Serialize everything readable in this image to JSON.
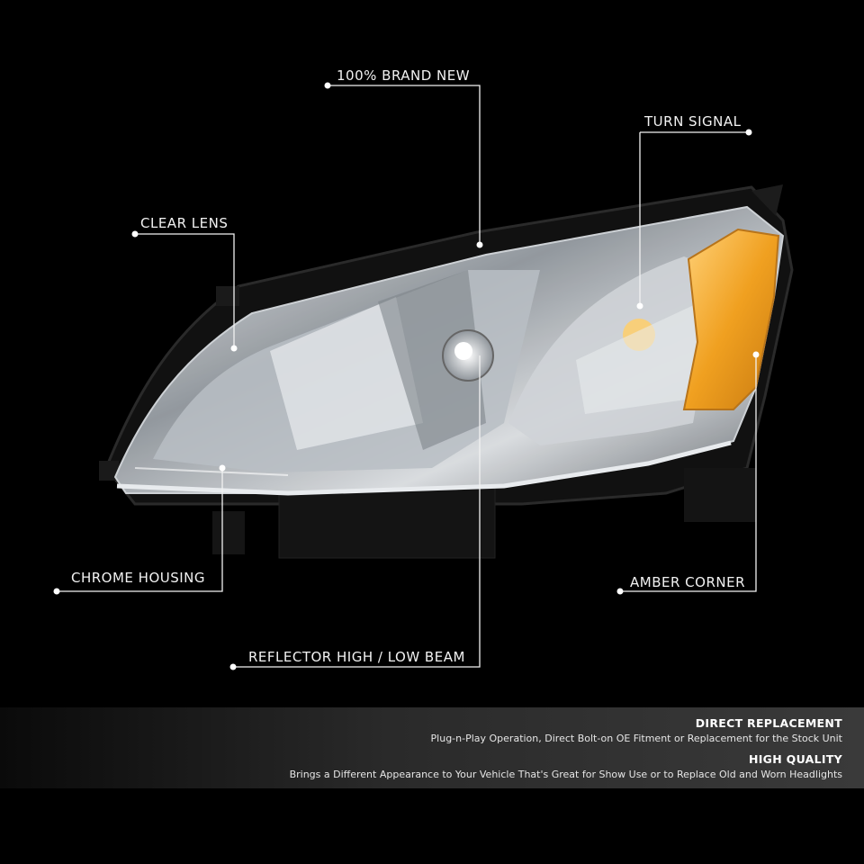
{
  "callouts": {
    "brand_new": "100% BRAND NEW",
    "turn_signal": "TURN SIGNAL",
    "clear_lens": "CLEAR LENS",
    "chrome_housing": "CHROME HOUSING",
    "amber_corner": "AMBER CORNER",
    "reflector_beam": "REFLECTOR HIGH / LOW BEAM"
  },
  "features": [
    {
      "title": "DIRECT REPLACEMENT",
      "text": "Plug-n-Play Operation, Direct Bolt-on OE Fitment or Replacement for the Stock Unit"
    },
    {
      "title": "HIGH QUALITY",
      "text": "Brings a Different Appearance to Your Vehicle That's Great for Show Use or to Replace Old and Worn Headlights"
    }
  ],
  "colors": {
    "background": "#000000",
    "amber": "#f0a020",
    "chrome": "#c8ccd0"
  }
}
